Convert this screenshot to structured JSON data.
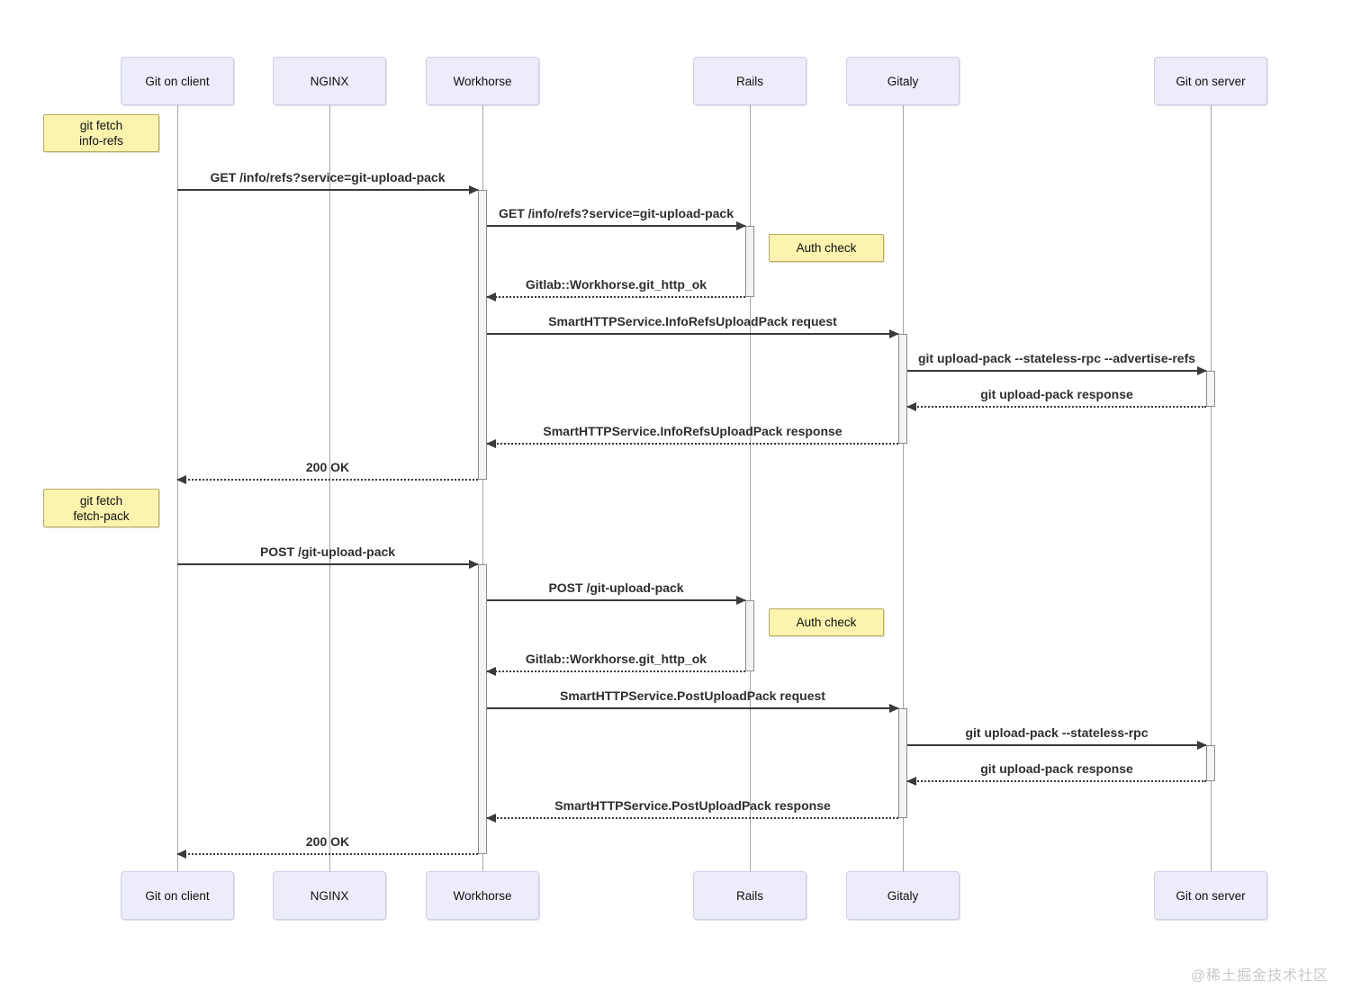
{
  "diagram": {
    "title": "Git fetch over HTTP sequence diagram",
    "colors": {
      "participant_fill": "#ECECFA",
      "participant_border": "#CFCFE6",
      "note_fill": "#FBF3AE",
      "note_border": "#B4AB5E",
      "line": "#3A3A3A",
      "lifeline": "#A6A6A6",
      "activation_fill": "#F4F4F4",
      "watermark": "#C9C9C9"
    },
    "participants": [
      {
        "label": "Git on client"
      },
      {
        "label": "NGINX"
      },
      {
        "label": "Workhorse"
      },
      {
        "label": "Rails"
      },
      {
        "label": "Gitaly"
      },
      {
        "label": "Git on server"
      }
    ],
    "notes": [
      {
        "line1": "git fetch",
        "line2": "info-refs",
        "position": "left of Git on client"
      },
      {
        "line1": "git fetch",
        "line2": "fetch-pack",
        "position": "left of Git on client"
      }
    ],
    "auth_notes": [
      {
        "label": "Auth check",
        "position": "right of Rails"
      },
      {
        "label": "Auth check",
        "position": "right of Rails"
      }
    ],
    "messages": [
      {
        "label": "GET /info/refs?service=git-upload-pack",
        "from": "Git on client",
        "to": "Workhorse",
        "type": "solid"
      },
      {
        "label": "GET /info/refs?service=git-upload-pack",
        "from": "Workhorse",
        "to": "Rails",
        "type": "solid"
      },
      {
        "label": "Gitlab::Workhorse.git_http_ok",
        "from": "Rails",
        "to": "Workhorse",
        "type": "dashed"
      },
      {
        "label": "SmartHTTPService.InfoRefsUploadPack request",
        "from": "Workhorse",
        "to": "Gitaly",
        "type": "solid"
      },
      {
        "label": "git upload-pack --stateless-rpc --advertise-refs",
        "from": "Gitaly",
        "to": "Git on server",
        "type": "solid"
      },
      {
        "label": "git upload-pack response",
        "from": "Git on server",
        "to": "Gitaly",
        "type": "dashed"
      },
      {
        "label": "SmartHTTPService.InfoRefsUploadPack response",
        "from": "Gitaly",
        "to": "Workhorse",
        "type": "dashed"
      },
      {
        "label": "200 OK",
        "from": "Workhorse",
        "to": "Git on client",
        "type": "dashed"
      },
      {
        "label": "POST /git-upload-pack",
        "from": "Git on client",
        "to": "Workhorse",
        "type": "solid"
      },
      {
        "label": "POST /git-upload-pack",
        "from": "Workhorse",
        "to": "Rails",
        "type": "solid"
      },
      {
        "label": "Gitlab::Workhorse.git_http_ok",
        "from": "Rails",
        "to": "Workhorse",
        "type": "dashed"
      },
      {
        "label": "SmartHTTPService.PostUploadPack request",
        "from": "Workhorse",
        "to": "Gitaly",
        "type": "solid"
      },
      {
        "label": "git upload-pack --stateless-rpc",
        "from": "Gitaly",
        "to": "Git on server",
        "type": "solid"
      },
      {
        "label": "git upload-pack response",
        "from": "Git on server",
        "to": "Gitaly",
        "type": "dashed"
      },
      {
        "label": "SmartHTTPService.PostUploadPack response",
        "from": "Gitaly",
        "to": "Workhorse",
        "type": "dashed"
      },
      {
        "label": "200 OK",
        "from": "Workhorse",
        "to": "Git on client",
        "type": "dashed"
      }
    ],
    "watermark": "@稀土掘金技术社区"
  }
}
